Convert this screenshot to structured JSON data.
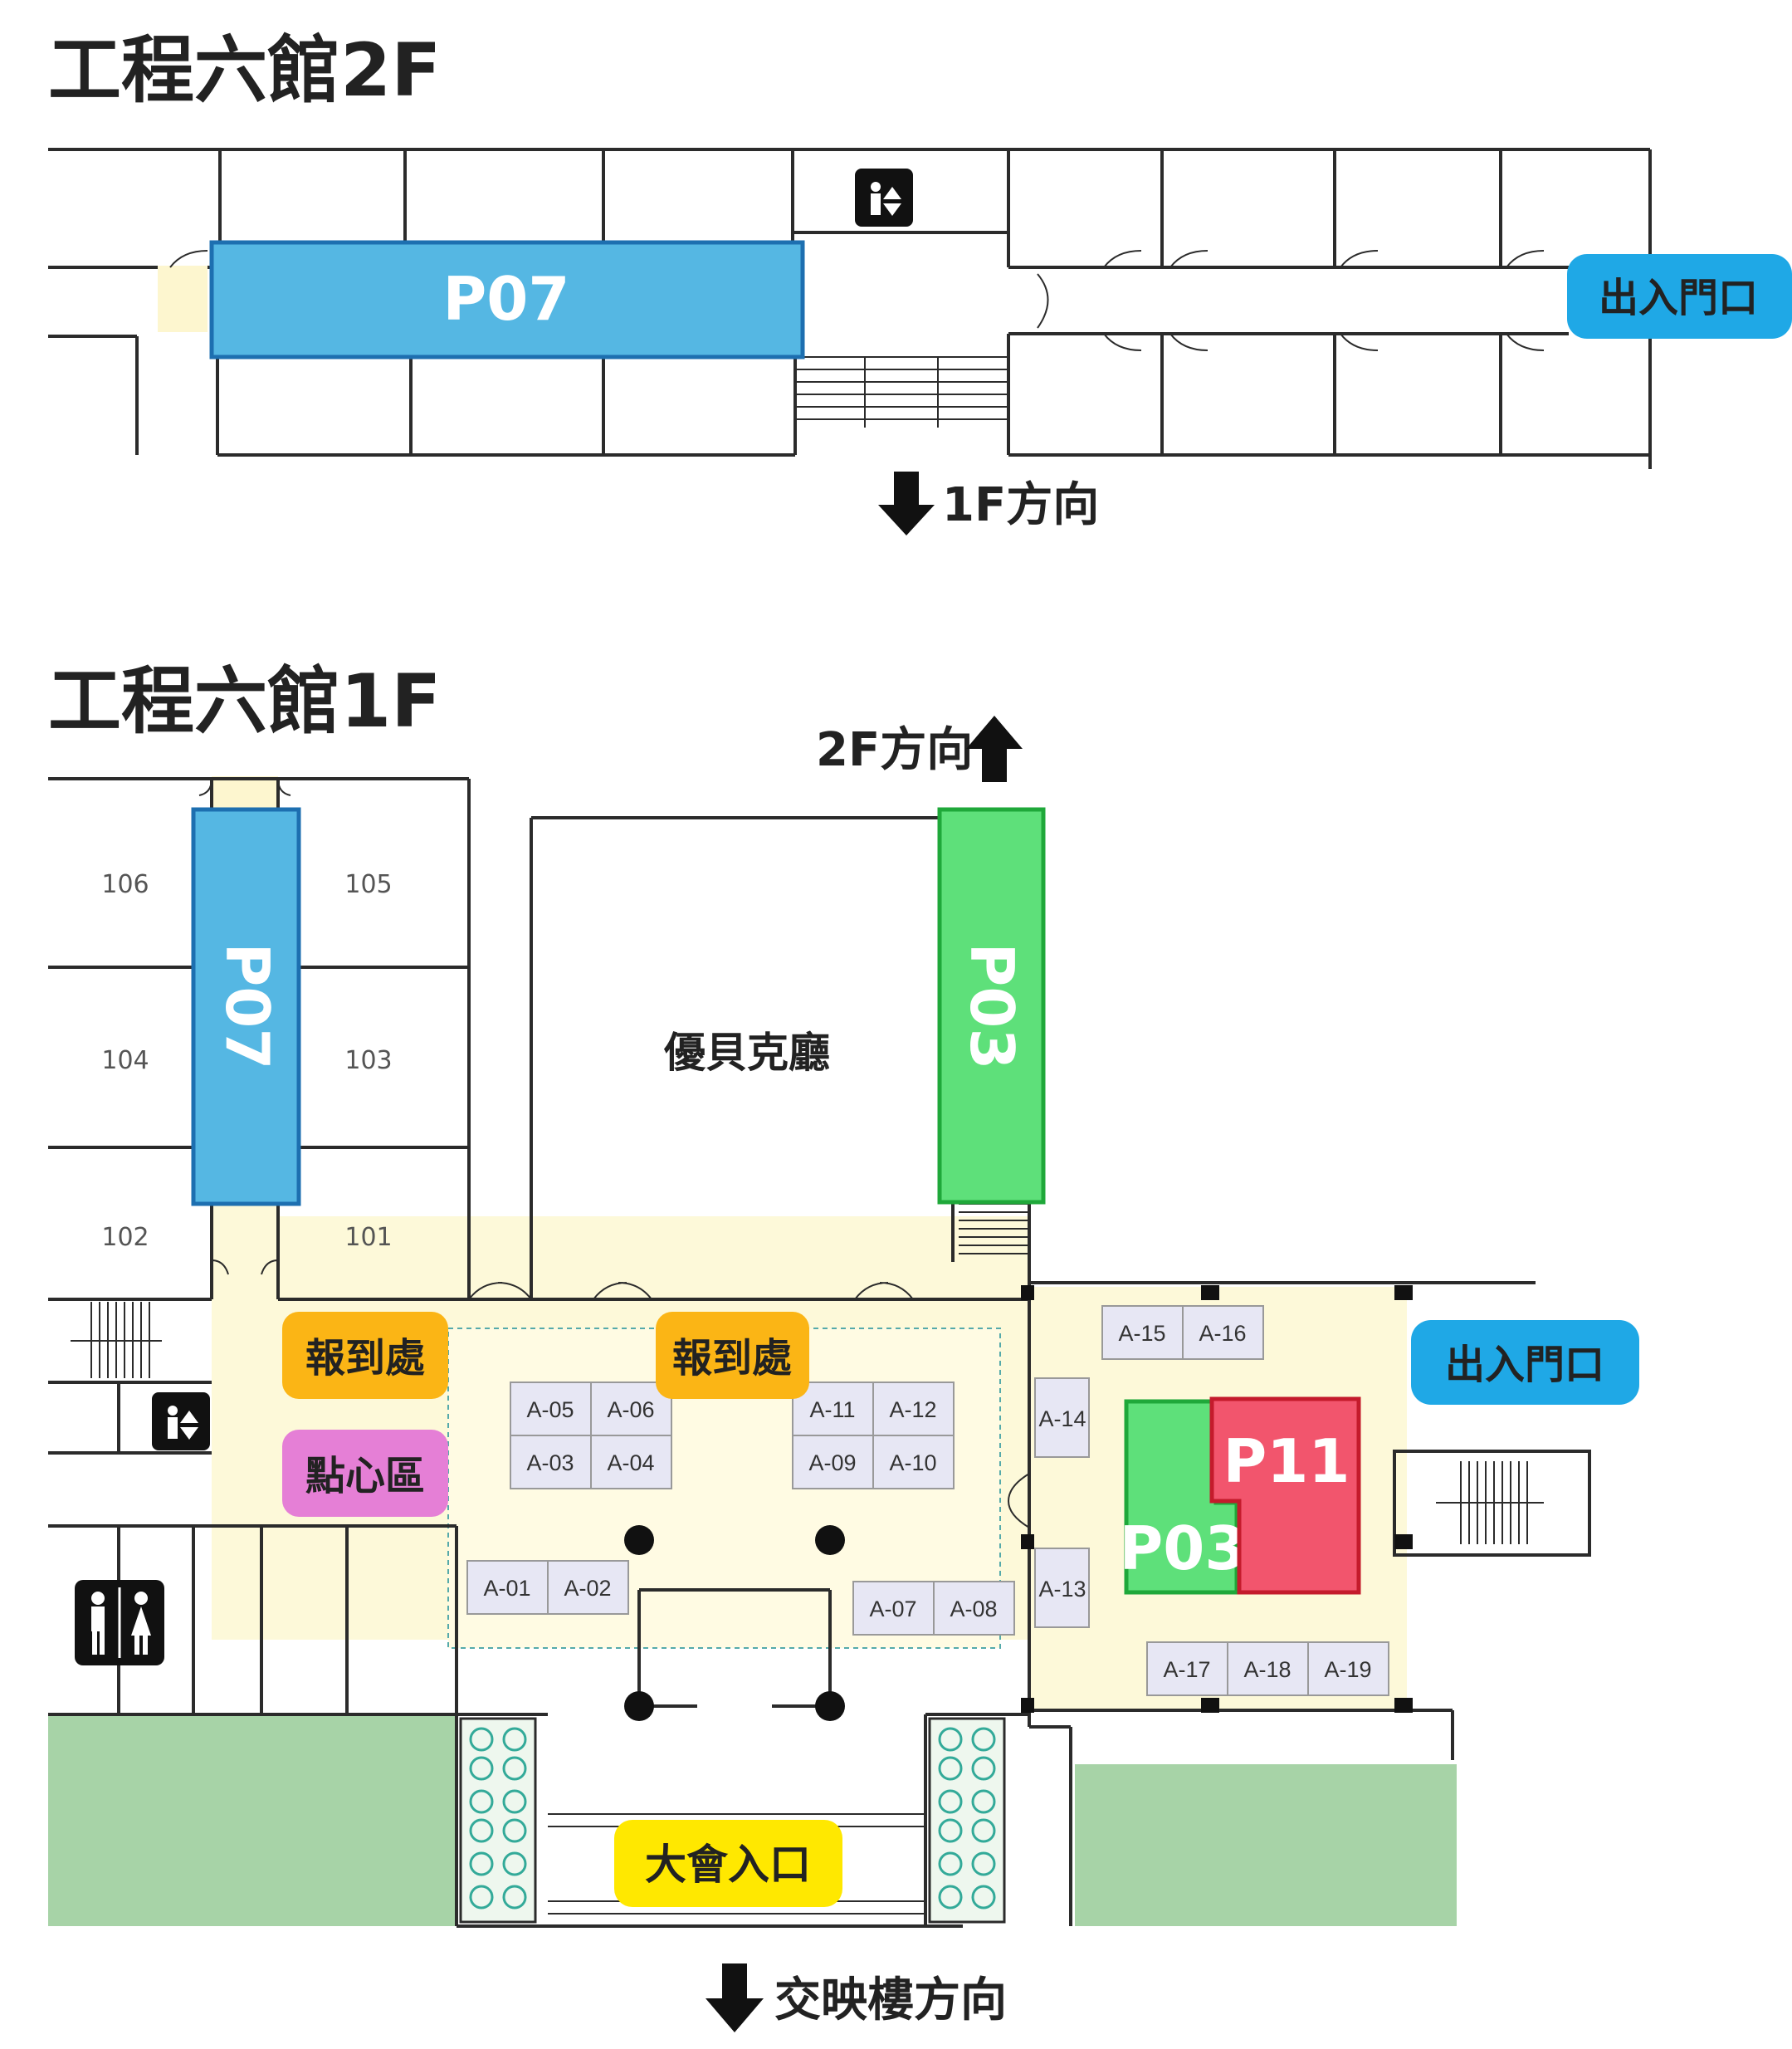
{
  "floor2": {
    "title": "工程六館2F",
    "zones": [
      {
        "id": "P07",
        "label": "P07",
        "color": "#55b7e3"
      }
    ],
    "exit_label": "出入門口",
    "down_direction": "1F方向"
  },
  "floor1": {
    "title": "工程六館1F",
    "up_direction": "2F方向",
    "bottom_direction": "交映樓方向",
    "hall_label": "優貝克廳",
    "rooms": [
      "106",
      "105",
      "104",
      "103",
      "102",
      "101"
    ],
    "zones": [
      {
        "id": "P07",
        "label": "P07",
        "color": "#55b7e3"
      },
      {
        "id": "P03a",
        "label": "P03",
        "color": "#5ee07a"
      },
      {
        "id": "P03b",
        "label": "P03",
        "color": "#5ee07a"
      },
      {
        "id": "P11",
        "label": "P11",
        "color": "#f2556d"
      }
    ],
    "badges": {
      "checkin_1": "報到處",
      "checkin_2": "報到處",
      "snack": "點心區",
      "exit": "出入門口",
      "entrance": "大會入口"
    },
    "booths": [
      "A-01",
      "A-02",
      "A-03",
      "A-04",
      "A-05",
      "A-06",
      "A-07",
      "A-08",
      "A-09",
      "A-10",
      "A-11",
      "A-12",
      "A-13",
      "A-14",
      "A-15",
      "A-16",
      "A-17",
      "A-18",
      "A-19"
    ]
  },
  "colors": {
    "blue": "#55b7e3",
    "green": "#5ee07a",
    "red": "#f2556d",
    "orange": "#fbb515",
    "pink": "#e57fd6",
    "yellow": "#ffe800",
    "cyan": "#1fa8e6",
    "floor_cream": "#fdf9d9",
    "lawn": "#a7d3a7"
  }
}
